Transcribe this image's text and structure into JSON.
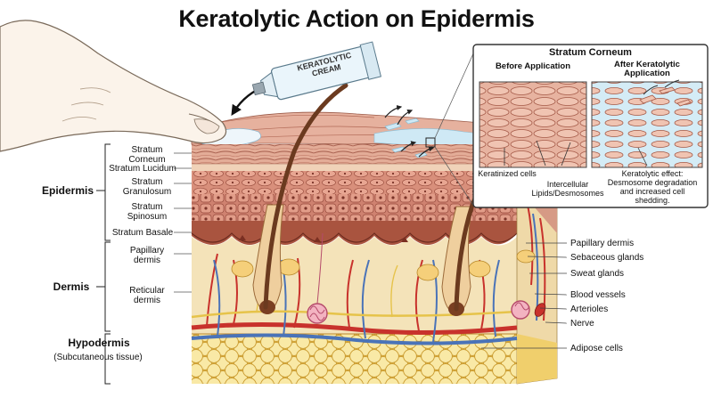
{
  "title": "Keratolytic Action on Epidermis",
  "tube_label": [
    "KERATOLYTIC",
    "CREAM"
  ],
  "left_labels": {
    "epidermis": "Epidermis",
    "dermis": "Dermis",
    "hypodermis": "Hypodermis",
    "hypodermis_sub": "(Subcutaneous tissue)",
    "stratum_corneum": [
      "Stratum",
      "Corneum"
    ],
    "stratum_lucidum": "Stratum Lucidum",
    "stratum_granulosum": [
      "Stratum",
      "Granulosum"
    ],
    "stratum_spinosum": [
      "Stratum",
      "Spinosum"
    ],
    "stratum_basale": "Stratum Basale",
    "papillary_dermis": [
      "Papillary",
      "dermis"
    ],
    "reticular_dermis": [
      "Reticular",
      "dermis"
    ]
  },
  "right_labels": [
    "Papillary dermis",
    "Sebaceous glands",
    "Sweat glands",
    "Blood vessels",
    "Arterioles",
    "Nerve",
    "Adipose cells"
  ],
  "inset": {
    "title": "Stratum Corneum",
    "before": "Before Application",
    "after": [
      "After Keratolytic",
      "Application"
    ],
    "keratinized": "Keratinized cells",
    "intercellular": [
      "Intercellular",
      "Lipids/Desmosomes"
    ],
    "effect": [
      "Keratolytic effect:",
      "Desmosome degradation",
      "and increased cell",
      "shedding."
    ]
  },
  "colors": {
    "corneum": "#d9a08c",
    "epidermis_base": "#c47a6a",
    "dermis": "#f3e1b5",
    "hypodermis": "#f6dd8a",
    "hair": "#6b3a1f",
    "artery": "#c8322c",
    "vein": "#4a73b8",
    "nerve": "#e6c34a",
    "inset_border": "#333333",
    "flake_blue": "#bfe3f2"
  }
}
